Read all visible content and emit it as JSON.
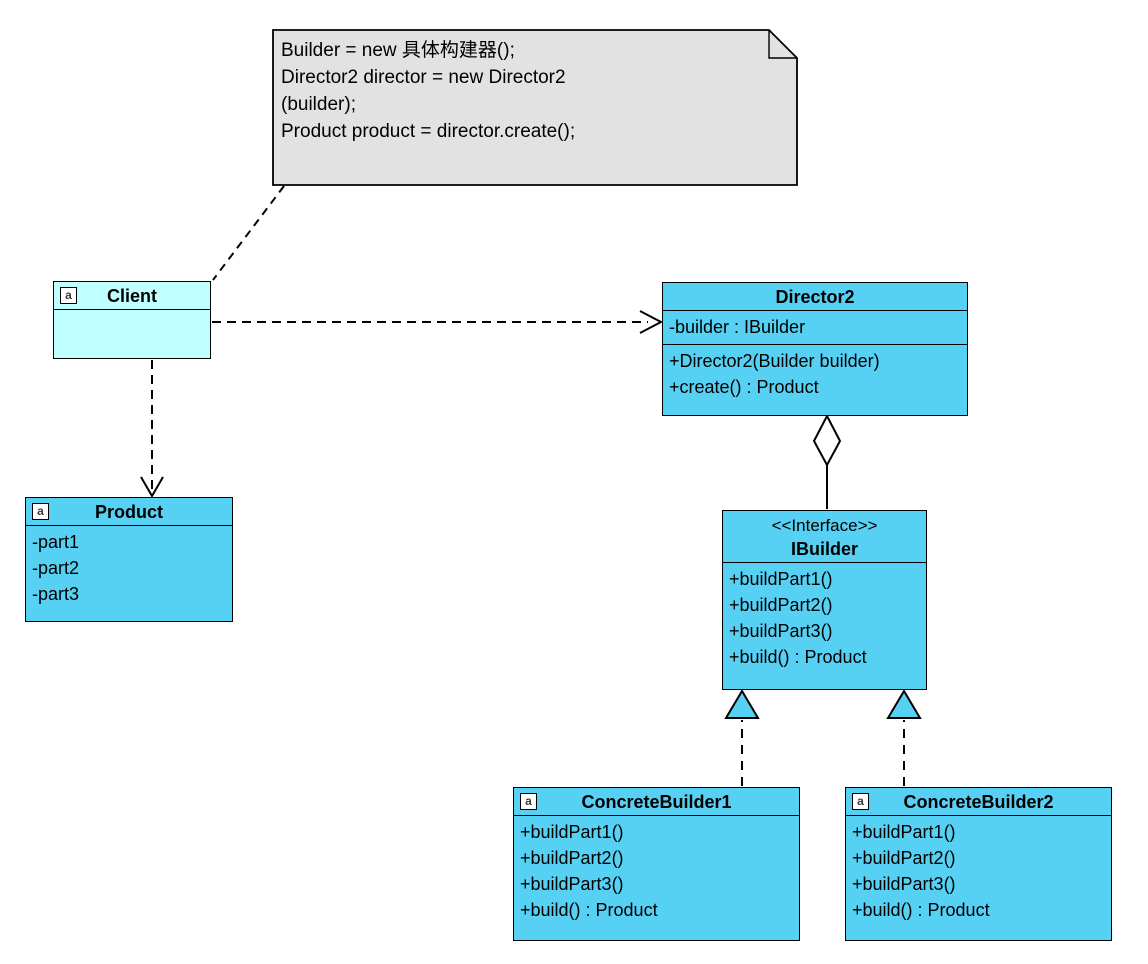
{
  "note": {
    "lines": [
      "Builder = new 具体构建器();",
      "Director2 director = new Director2",
      "(builder);",
      "Product product = director.create();"
    ]
  },
  "classes": {
    "client": {
      "icon": "a",
      "name": "Client",
      "attributes": [],
      "operations": []
    },
    "director2": {
      "name": "Director2",
      "attributes": [
        "-builder : IBuilder"
      ],
      "operations": [
        "+Director2(Builder builder)",
        "+create() : Product"
      ]
    },
    "product": {
      "icon": "a",
      "name": "Product",
      "attributes": [
        "-part1",
        "-part2",
        "-part3"
      ],
      "operations": []
    },
    "ibuilder": {
      "stereotype": "<<Interface>>",
      "name": "IBuilder",
      "attributes": [],
      "operations": [
        "+buildPart1()",
        "+buildPart2()",
        "+buildPart3()",
        "+build() : Product"
      ]
    },
    "concrete_builder1": {
      "icon": "a",
      "name": "ConcreteBuilder1",
      "attributes": [],
      "operations": [
        "+buildPart1()",
        "+buildPart2()",
        "+buildPart3()",
        "+build() : Product"
      ]
    },
    "concrete_builder2": {
      "icon": "a",
      "name": "ConcreteBuilder2",
      "attributes": [],
      "operations": [
        "+buildPart1()",
        "+buildPart2()",
        "+buildPart3()",
        "+build() : Product"
      ]
    }
  },
  "colors": {
    "class_fill": "#56D1F4",
    "client_fill": "#BFFFFF",
    "note_fill": "#E2E2E2",
    "stroke": "#000000",
    "background": "#FFFFFF"
  },
  "relationships": [
    {
      "type": "anchor",
      "from": "note",
      "to": "Client",
      "style": "dashed"
    },
    {
      "type": "dependency",
      "from": "Client",
      "to": "Director2",
      "style": "dashed, open arrow"
    },
    {
      "type": "dependency",
      "from": "Client",
      "to": "Product",
      "style": "dashed, open arrow"
    },
    {
      "type": "aggregation",
      "from": "Director2",
      "to": "IBuilder",
      "style": "solid, hollow diamond"
    },
    {
      "type": "realization",
      "from": "ConcreteBuilder1",
      "to": "IBuilder",
      "style": "dashed, triangle head"
    },
    {
      "type": "realization",
      "from": "ConcreteBuilder2",
      "to": "IBuilder",
      "style": "dashed, triangle head"
    }
  ]
}
